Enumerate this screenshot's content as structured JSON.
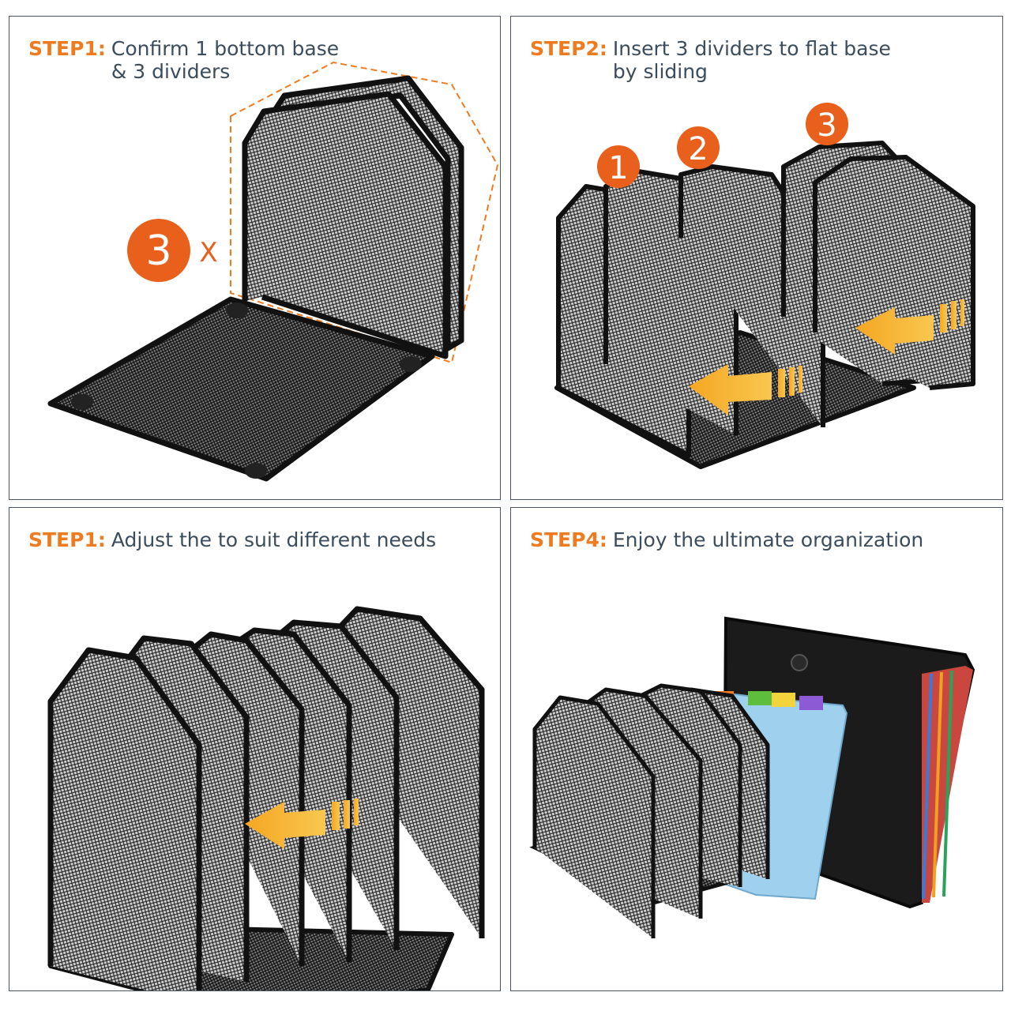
{
  "colors": {
    "accent": "#f07b1e",
    "text": "#3b4c5c",
    "border": "#4a5560",
    "mesh": "#1a1a1a"
  },
  "panels": [
    {
      "step_label": "STEP1:",
      "text": "Confirm 1 bottom base\n& 3 dividers",
      "quantity_badge": "3",
      "quantity_suffix": "X"
    },
    {
      "step_label": "STEP2:",
      "text": "Insert 3 dividers to flat base\nby sliding",
      "numbers": [
        "1",
        "2",
        "3"
      ]
    },
    {
      "step_label": "STEP1:",
      "text": "Adjust the to suit different needs"
    },
    {
      "step_label": "STEP4:",
      "text": "Enjoy the ultimate organization"
    }
  ]
}
